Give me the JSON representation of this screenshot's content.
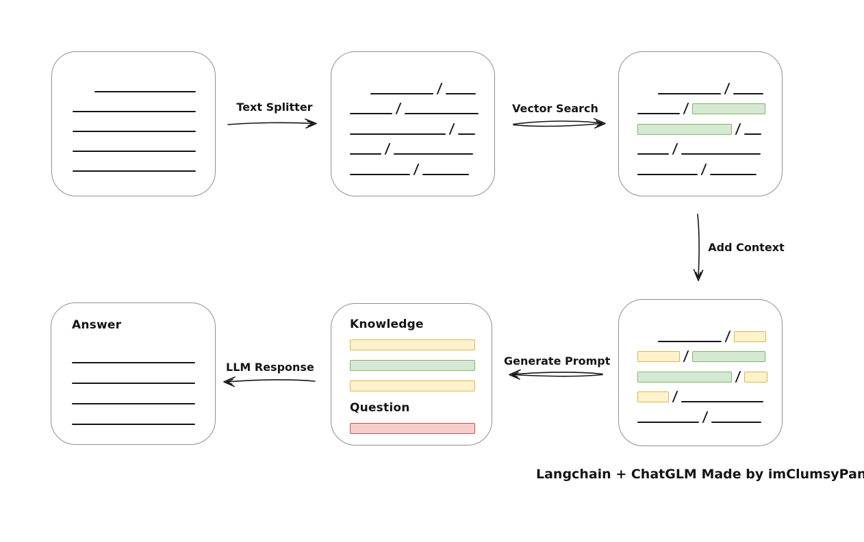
{
  "caption": "Langchain + ChatGLM Made by imClumsyPanda",
  "colors": {
    "ink": "#141414",
    "box_border": "#8f8f8f",
    "green_fill": "#d5e8d4",
    "green_border": "#82b366",
    "yellow_fill": "#fff2cc",
    "yellow_border": "#d6b656",
    "red_fill": "#f8cecc",
    "red_border": "#b85450"
  },
  "arrow_labels": {
    "text_splitter": "Text Splitter",
    "vector_search": "Vector Search",
    "add_context": "Add Context",
    "generate_prompt": "Generate Prompt",
    "llm_response": "LLM Response"
  },
  "document_box": {
    "lines": [
      {
        "indent": 32,
        "w": 148
      },
      {
        "indent": 0,
        "w": 180
      },
      {
        "indent": 0,
        "w": 180
      },
      {
        "indent": 0,
        "w": 180
      },
      {
        "indent": 0,
        "w": 180
      }
    ]
  },
  "split_box": {
    "rows": [
      {
        "indent": 30,
        "a": {
          "t": "line",
          "w": 92
        },
        "b": {
          "t": "line",
          "w": 44
        }
      },
      {
        "indent": 0,
        "a": {
          "t": "line",
          "w": 62
        },
        "b": {
          "t": "line",
          "w": 108
        }
      },
      {
        "indent": 0,
        "a": {
          "t": "line",
          "w": 140
        },
        "b": {
          "t": "line",
          "w": 25
        }
      },
      {
        "indent": 0,
        "a": {
          "t": "line",
          "w": 46
        },
        "b": {
          "t": "line",
          "w": 116
        }
      },
      {
        "indent": 0,
        "a": {
          "t": "line",
          "w": 88
        },
        "b": {
          "t": "line",
          "w": 68
        }
      }
    ]
  },
  "search_box": {
    "rows": [
      {
        "indent": 30,
        "a": {
          "t": "line",
          "w": 92
        },
        "b": {
          "t": "line",
          "w": 44
        }
      },
      {
        "indent": 0,
        "a": {
          "t": "line",
          "w": 62
        },
        "b": {
          "t": "green",
          "w": 107
        }
      },
      {
        "indent": 0,
        "a": {
          "t": "green",
          "w": 138
        },
        "b": {
          "t": "line",
          "w": 25
        }
      },
      {
        "indent": 0,
        "a": {
          "t": "line",
          "w": 46
        },
        "b": {
          "t": "line",
          "w": 116
        }
      },
      {
        "indent": 0,
        "a": {
          "t": "line",
          "w": 88
        },
        "b": {
          "t": "line",
          "w": 68
        }
      }
    ]
  },
  "context_box": {
    "rows": [
      {
        "indent": 30,
        "a": {
          "t": "line",
          "w": 93
        },
        "b": {
          "t": "yellow",
          "w": 47
        }
      },
      {
        "indent": 0,
        "a": {
          "t": "yellow",
          "w": 62
        },
        "b": {
          "t": "green",
          "w": 107
        }
      },
      {
        "indent": 0,
        "a": {
          "t": "green",
          "w": 138
        },
        "b": {
          "t": "yellow",
          "w": 34
        }
      },
      {
        "indent": 0,
        "a": {
          "t": "yellow",
          "w": 46
        },
        "b": {
          "t": "line",
          "w": 120
        }
      },
      {
        "indent": 0,
        "a": {
          "t": "line",
          "w": 90
        },
        "b": {
          "t": "line",
          "w": 73
        }
      }
    ]
  },
  "prompt_box": {
    "knowledge_label": "Knowledge",
    "question_label": "Question",
    "knowledge_bars": [
      "yellow",
      "green",
      "yellow"
    ],
    "question_bars": [
      "red"
    ]
  },
  "answer_box": {
    "label": "Answer",
    "lines": [
      {
        "indent": 0,
        "w": 180
      },
      {
        "indent": 0,
        "w": 180
      },
      {
        "indent": 0,
        "w": 180
      },
      {
        "indent": 0,
        "w": 180
      }
    ]
  }
}
